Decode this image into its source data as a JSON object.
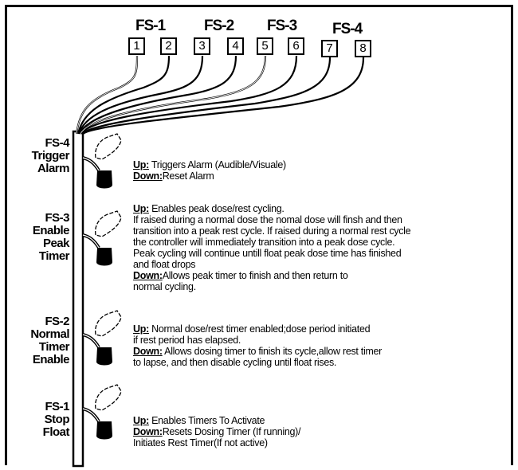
{
  "groups": [
    {
      "label": "FS-1",
      "terminals": [
        "1",
        "2"
      ]
    },
    {
      "label": "FS-2",
      "terminals": [
        "3",
        "4"
      ]
    },
    {
      "label": "FS-3",
      "terminals": [
        "5",
        "6"
      ]
    },
    {
      "label": "FS-4",
      "terminals": [
        "7",
        "8"
      ]
    }
  ],
  "switches": [
    {
      "name_lines": [
        "FS-4",
        "Trigger",
        "Alarm"
      ],
      "lines": [
        {
          "key": "Up:",
          "text": " Triggers Alarm (Audible/Visuale)"
        },
        {
          "key": "Down:",
          "text": "Reset Alarm"
        }
      ]
    },
    {
      "name_lines": [
        "FS-3",
        "Enable",
        "Peak",
        "Timer"
      ],
      "lines": [
        {
          "key": "Up:",
          "text": " Enables peak dose/rest cycling."
        },
        {
          "key": "",
          "text": "If raised during a normal dose the nomal dose will finsh and then"
        },
        {
          "key": "",
          "text": "transition into a peak rest cycle. If raised during a normal rest cycle"
        },
        {
          "key": "",
          "text": "the controller will immediately transition into a peak dose cycle."
        },
        {
          "key": "",
          "text": "Peak cycling will continue untill float peak dose time has finished"
        },
        {
          "key": "",
          "text": "and float drops"
        },
        {
          "key": "Down:",
          "text": "Allows peak timer to finish and then return to"
        },
        {
          "key": "",
          "text": "normal cycling."
        }
      ]
    },
    {
      "name_lines": [
        "FS-2",
        "Normal",
        "Timer",
        "Enable"
      ],
      "lines": [
        {
          "key": "Up:",
          "text": "  Normal dose/rest timer enabled;dose period initiated"
        },
        {
          "key": "",
          "text": "if rest period has elapsed."
        },
        {
          "key": "Down:",
          "text": " Allows dosing timer to finish its cycle,allow rest timer"
        },
        {
          "key": "",
          "text": "to lapse, and then disable cycling until float rises."
        }
      ]
    },
    {
      "name_lines": [
        "FS-1",
        "Stop",
        "Float"
      ],
      "lines": [
        {
          "key": "Up:",
          "text": " Enables Timers To Activate"
        },
        {
          "key": "Down:",
          "text": "Resets Dosing Timer (If running)/"
        },
        {
          "key": "",
          "text": "Initiates Rest Timer(If not active)"
        }
      ]
    }
  ]
}
